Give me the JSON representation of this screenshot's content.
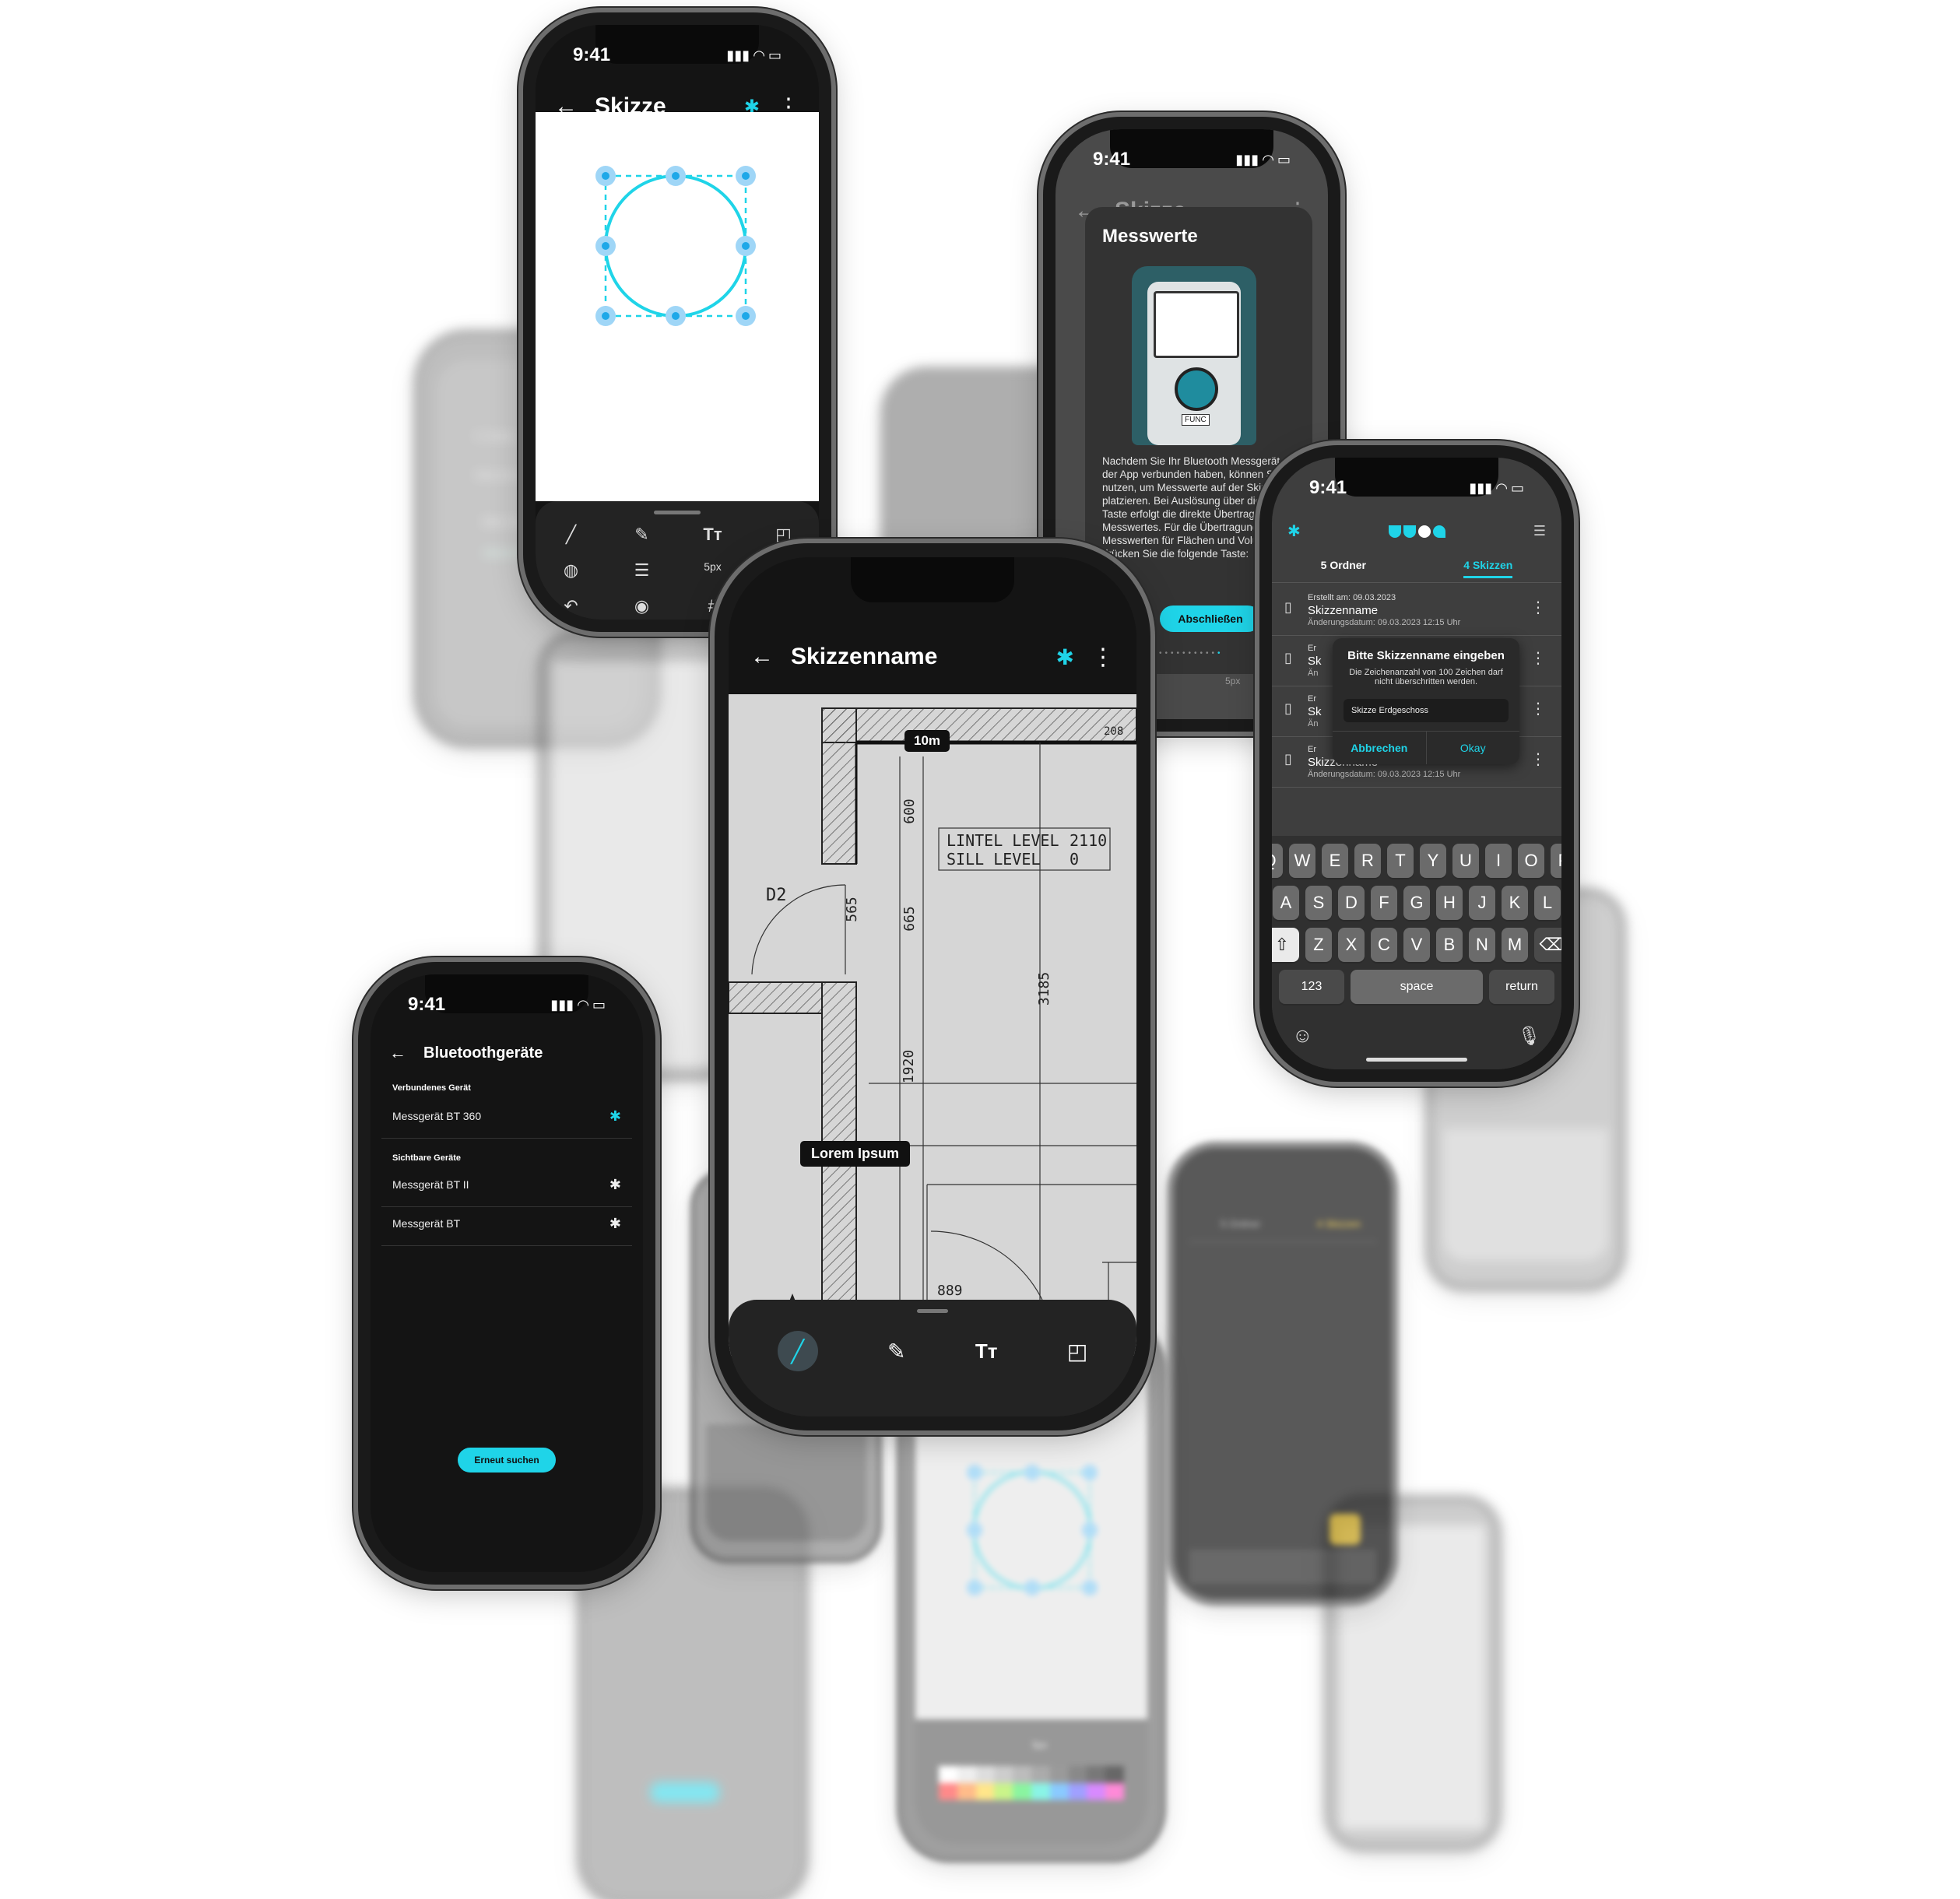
{
  "status": {
    "time": "9:41"
  },
  "phone_sketch": {
    "title": "Skizze",
    "toolbar": {
      "size_label": "5px",
      "text_label": "Tт"
    }
  },
  "phone_measure": {
    "title": "Skizze",
    "card_title": "Messwerte",
    "description": "Nachdem Sie Ihr Bluetooth Messgerät mit der App verbunden haben, können Sie ihn nutzen, um Messwerte auf der Skizze zu platzieren. Bei Auslösung über die grüne Taste erfolgt die direkte Übertragung des Messwertes. Für die Übertragung von Messwerten für Flächen und Volumen drücken Sie die folgende Taste:",
    "device_label": "FUNC",
    "button": "Abschließen",
    "size_label": "5px"
  },
  "phone_list": {
    "tabs": [
      "5 Ordner",
      "4 Skizzen"
    ],
    "items": [
      {
        "created": "Erstellt am: 09.03.2023",
        "name": "Skizzenname",
        "modified": "Änderungsdatum: 09.03.2023 12:15 Uhr"
      },
      {
        "created": "Er",
        "name": "Sk",
        "modified": "Än"
      },
      {
        "created": "Er",
        "name": "Sk",
        "modified": "Än"
      },
      {
        "created": "Er",
        "name": "Skizzenname",
        "modified": "Änderungsdatum: 09.03.2023 12:15 Uhr"
      }
    ],
    "dialog": {
      "title": "Bitte Skizzenname eingeben",
      "text": "Die Zeichenanzahl von 100 Zeichen darf nicht überschritten werden.",
      "value": "Skizze Erdgeschoss",
      "cancel": "Abbrechen",
      "ok": "Okay"
    },
    "keyboard": {
      "row1": [
        "Q",
        "W",
        "E",
        "R",
        "T",
        "Y",
        "U",
        "I",
        "O",
        "P"
      ],
      "row2": [
        "A",
        "S",
        "D",
        "F",
        "G",
        "H",
        "J",
        "K",
        "L"
      ],
      "row3": [
        "Z",
        "X",
        "C",
        "V",
        "B",
        "N",
        "M"
      ],
      "num": "123",
      "space": "space",
      "ret": "return"
    }
  },
  "phone_main": {
    "title": "Skizzenname",
    "measure_tag": "10m",
    "text_tag": "Lorem Ipsum",
    "plan_labels": {
      "l1": "LINTEL LEVEL",
      "v1": "2110",
      "l2": "SILL LEVEL",
      "v2": "0",
      "d2": "D2",
      "n600": "600",
      "n565": "565",
      "n665": "665",
      "n3185": "3185",
      "n1920": "1920",
      "n889": "889",
      "n208": "208"
    },
    "toolbar": {
      "text_label": "Tт"
    }
  },
  "phone_bluetooth": {
    "title": "Bluetoothgeräte",
    "connected_header": "Verbundenes Gerät",
    "connected": "Messgerät BT 360",
    "visible_header": "Sichtbare Geräte",
    "visible": [
      "Messgerät BT II",
      "Messgerät BT"
    ],
    "button": "Erneut suchen"
  },
  "phone_bg_left": {
    "header": "5 Ordner",
    "item1": "Skizzenname",
    "dialog": "Bitte Skizzenname",
    "cancel": "Abbrechen"
  },
  "phone_bg_yellow": {
    "tabs": [
      "5 Ordner",
      "4 Skizzen"
    ]
  },
  "phone_palette": {
    "size_label": "5px"
  },
  "palette_colors": [
    "#ffffff",
    "#e8e8e8",
    "#d0d0d0",
    "#b8b8b8",
    "#a0a0a0",
    "#888888",
    "#707070",
    "#585858",
    "#404040",
    "#282828",
    "#ff5a5a",
    "#ffa05a",
    "#ffdc5a",
    "#b4f05a",
    "#5af078",
    "#5af0dc",
    "#5ab4ff",
    "#7878ff",
    "#c85aff",
    "#ff5ac8"
  ]
}
